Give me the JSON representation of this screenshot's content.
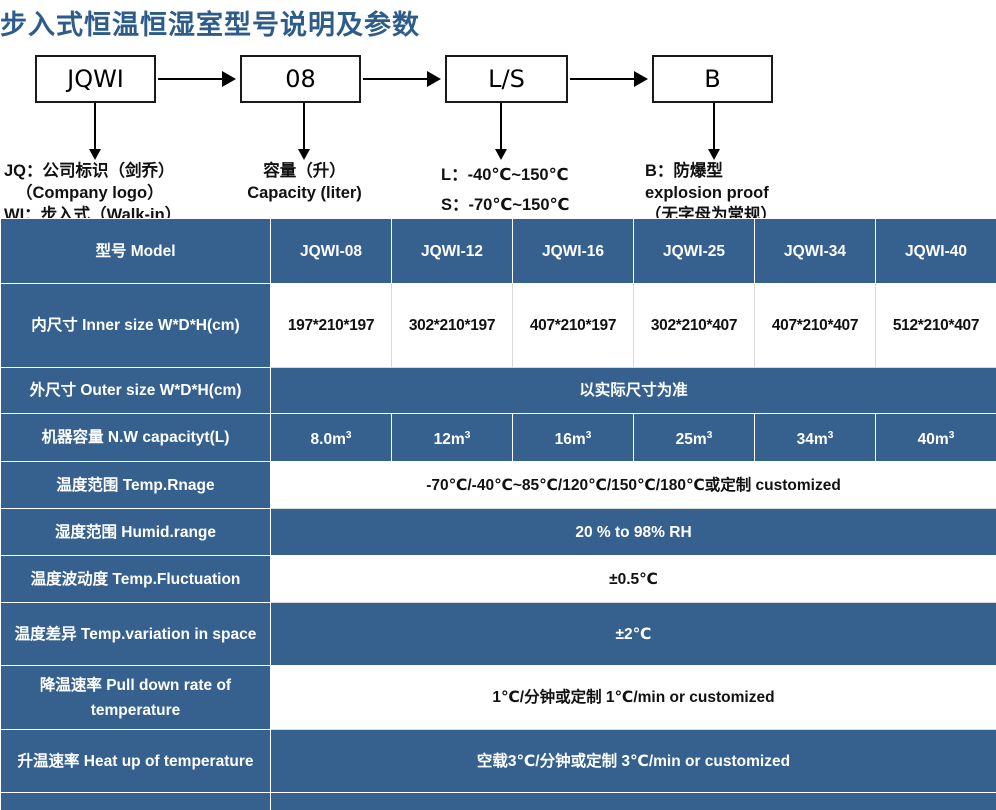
{
  "title": "步入式恒温恒湿室型号说明及参数",
  "colors": {
    "title_blue": "#2E5C8A",
    "table_blue": "#36618F",
    "cell_white": "#FFFFFF",
    "text_dark": "#111111"
  },
  "diagram": {
    "boxes": [
      {
        "label": "JQWI"
      },
      {
        "label": "08"
      },
      {
        "label": "L/S"
      },
      {
        "label": "B"
      }
    ],
    "legends": [
      {
        "lines": [
          "JQ：公司标识（剑乔）",
          "（Company logo）",
          "WI：步入式（Walk-in）"
        ]
      },
      {
        "lines": [
          "容量（升）",
          "Capacity (liter)"
        ]
      },
      {
        "lines": [
          "L：-40℃~150℃",
          "S：-70℃~150℃"
        ]
      },
      {
        "lines": [
          "B：防爆型",
          "explosion proof",
          "（无字母为常规）"
        ]
      }
    ]
  },
  "table": {
    "header": {
      "label": "型号 Model",
      "models": [
        "JQWI-08",
        "JQWI-12",
        "JQWI-16",
        "JQWI-25",
        "JQWI-34",
        "JQWI-40"
      ]
    },
    "rows": [
      {
        "label": "内尺寸 Inner size W*D*H(cm)",
        "style": "white",
        "span": false,
        "values": [
          "197*210*197",
          "302*210*197",
          "407*210*197",
          "302*210*407",
          "407*210*407",
          "512*210*407"
        ]
      },
      {
        "label": "外尺寸 Outer size W*D*H(cm)",
        "style": "blue",
        "span": true,
        "value": "以实际尺寸为准"
      },
      {
        "label": "机器容量 N.W capacityt(L)",
        "style": "blue",
        "span": false,
        "values": [
          "8.0m³",
          "12m³",
          "16m³",
          "25m³",
          "34m³",
          "40m³"
        ]
      },
      {
        "label": "温度范围 Temp.Rnage",
        "style": "white",
        "span": true,
        "value": "-70℃/-40℃~85℃/120℃/150℃/180℃或定制 customized"
      },
      {
        "label": "湿度范围 Humid.range",
        "style": "blue",
        "span": true,
        "value": "20 % to 98% RH"
      },
      {
        "label": "温度波动度 Temp.Fluctuation",
        "style": "white",
        "span": true,
        "value": "±0.5℃"
      },
      {
        "label": "温度差异 Temp.variation in space",
        "style": "blue",
        "span": true,
        "value": "±2℃"
      },
      {
        "label": "降温速率 Pull down rate of temperature",
        "style": "white",
        "span": true,
        "value": "1℃/分钟或定制    1℃/min or customized"
      },
      {
        "label": "升温速率 Heat up of temperature",
        "style": "blue",
        "span": true,
        "value": "空载3℃/分钟或定制 3℃/min or customized"
      },
      {
        "label": "",
        "style": "blue",
        "span": true,
        "value": ""
      }
    ]
  }
}
